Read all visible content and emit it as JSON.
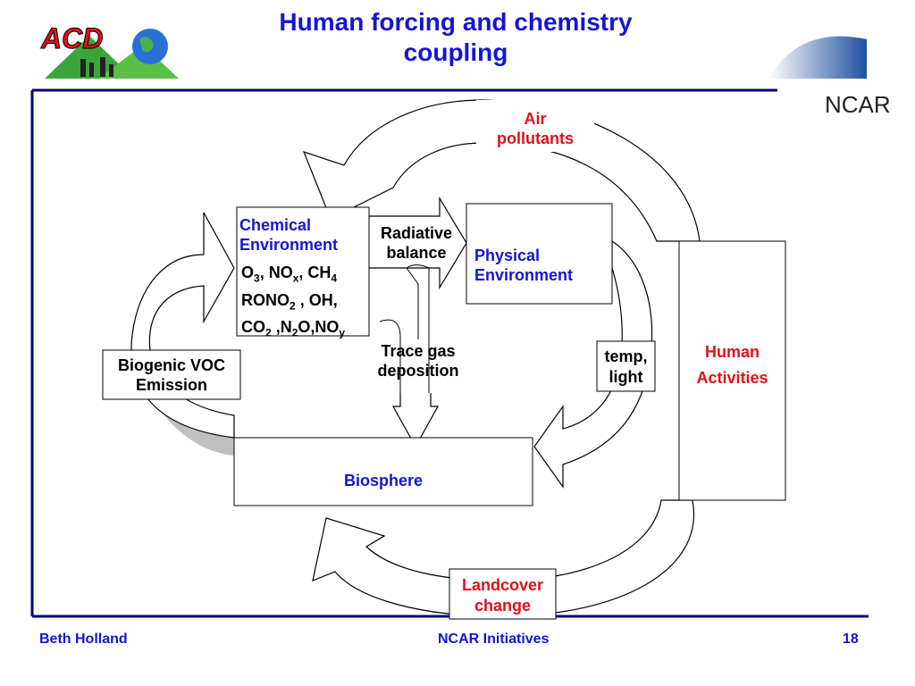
{
  "slide": {
    "title_line1": "Human forcing and chemistry",
    "title_line2": "coupling"
  },
  "logos": {
    "acd_text": "ACD",
    "ncar_text": "NCAR"
  },
  "diagram": {
    "air_pollutants": [
      "Air",
      "pollutants"
    ],
    "chemical_env": [
      "Chemical",
      "Environment"
    ],
    "species": {
      "line1": [
        {
          "t": "O"
        },
        {
          "t": "3",
          "sub": true
        },
        {
          "t": ", NO"
        },
        {
          "t": "x",
          "sub": true
        },
        {
          "t": ", CH"
        },
        {
          "t": "4",
          "sub": true
        }
      ],
      "line2": [
        {
          "t": "RONO"
        },
        {
          "t": "2",
          "sub": true
        },
        {
          "t": " , OH,"
        }
      ],
      "line3": [
        {
          "t": "CO"
        },
        {
          "t": "2",
          "sub": true
        },
        {
          "t": " ,N"
        },
        {
          "t": "2",
          "sub": true
        },
        {
          "t": "O,NO"
        },
        {
          "t": "y",
          "sub": true
        }
      ]
    },
    "radiative_balance": [
      "Radiative",
      "balance"
    ],
    "physical_env": [
      "Physical",
      "Environment"
    ],
    "trace_gas": [
      "Trace gas",
      "deposition"
    ],
    "biogenic": [
      "Biogenic VOC",
      "Emission"
    ],
    "temp_light": [
      "temp,",
      "light"
    ],
    "human_activities": [
      "Human",
      "Activities"
    ],
    "biosphere": "Biosphere",
    "landcover": [
      "Landcover",
      "change"
    ]
  },
  "footer": {
    "author": "Beth Holland",
    "center": "NCAR Initiatives",
    "page": "18"
  },
  "colors": {
    "title_blue": "#1414d8",
    "red": "#e0101a",
    "frame": "#000080",
    "shadow": "#c0c0c0"
  }
}
